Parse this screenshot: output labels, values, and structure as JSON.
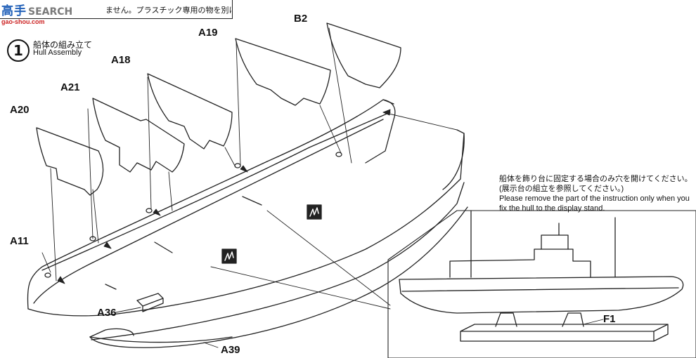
{
  "banner": {
    "logo_cn": "高手",
    "logo_en": "SEARCH",
    "note_jp": "ません。プラスチック専用の物を別にお求め下さい。",
    "site": "gao-shou.com"
  },
  "step": {
    "number": "1",
    "title_jp": "船体の組み立て",
    "title_en": "Hull Assembly"
  },
  "parts": {
    "b2": "B2",
    "a19": "A19",
    "a18": "A18",
    "a21": "A21",
    "a20": "A20",
    "a11": "A11",
    "a36": "A36",
    "a39": "A39",
    "f1": "F1"
  },
  "stand_note": {
    "jp_line1": "船体を飾り台に固定する場合のみ穴を開けてください。",
    "jp_line2": "(展示台の組立を参照してください。)",
    "en_line1": "Please remove the part of the instruction only when you",
    "en_line2": "fix the hull to the display stand."
  },
  "colors": {
    "line": "#222222",
    "logo_blue": "#1f5fb8",
    "logo_red": "#cc2222"
  },
  "icons": [
    "cement-glue-icon",
    "drill-hole-icon"
  ]
}
